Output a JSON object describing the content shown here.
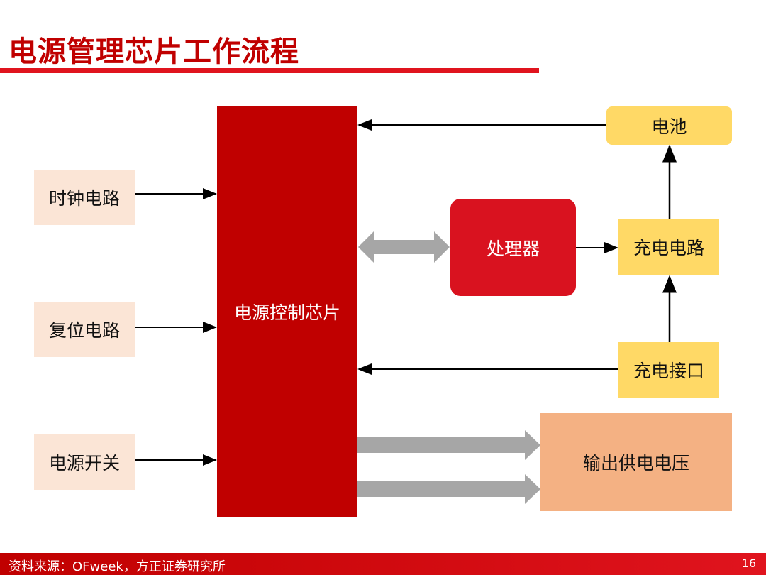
{
  "title": "电源管理芯片工作流程",
  "nodes": {
    "clock": "时钟电路",
    "reset": "复位电路",
    "power_switch": "电源开关",
    "chip": "电源控制芯片",
    "processor": "处理器",
    "battery": "电池",
    "charge_circuit": "充电电路",
    "charge_port": "充电接口",
    "output": "输出供电电压"
  },
  "footer": {
    "source": "资料来源：OFweek，方正证券研究所",
    "page": "16"
  },
  "colors": {
    "brand_red": "#c00000",
    "accent_red": "#e0141e",
    "yellow": "#ffd966",
    "peach": "#fbe5d6",
    "orange": "#f4b183",
    "gray_arrow": "#a6a6a6"
  }
}
